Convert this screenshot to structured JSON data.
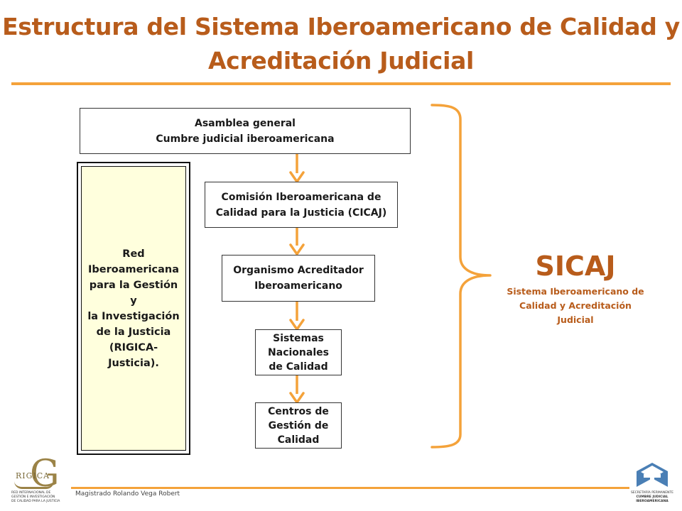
{
  "title": {
    "line1": "Estructura del Sistema Iberoamericano de Calidad y",
    "line2": "Acreditación Judicial"
  },
  "boxes": {
    "assembly": {
      "line1": "Asamblea general",
      "line2": "Cumbre judicial iberoamericana"
    },
    "cicaj": {
      "line1": "Comisión Iberoamericana de",
      "line2": "Calidad para la Justicia (CICAJ)"
    },
    "accreditor": {
      "line1": "Organismo Acreditador",
      "line2": "Iberoamericano"
    },
    "national": {
      "line1": "Sistemas",
      "line2": "Nacionales",
      "line3": "de Calidad"
    },
    "centers": {
      "line1": "Centros de",
      "line2": "Gestión de",
      "line3": "Calidad"
    }
  },
  "network": {
    "lines": [
      "Red",
      "Iberoamericana",
      "para la Gestión y",
      "la Investigación",
      "de la Justicia",
      "(RIGICA-Justicia)."
    ]
  },
  "sicaj": {
    "acronym": "SICAJ",
    "desc_line1": "Sistema Iberoamericano de",
    "desc_line2": "Calidad y Acreditación",
    "desc_line3": "Judicial"
  },
  "footer": {
    "author": "Magistrado Rolando Vega Robert"
  },
  "logos": {
    "left": {
      "mark": "G",
      "wordmark": "RIGICA",
      "fine_line1": "RED INTERNACIONAL DE",
      "fine_line2": "GESTIÓN E INVESTIGACIÓN",
      "fine_line3": "DE CALIDAD PARA LA JUSTICIA"
    },
    "right": {
      "fine_line1": "SECRETARÍA PERMANENTE",
      "fine_line2": "CUMBRE JUDICIAL",
      "fine_line3": "IBEROAMERICANA"
    }
  },
  "colors": {
    "accent": "#b85c1b",
    "arrow": "#f4a23a",
    "network_fill": "#ffffdd"
  }
}
